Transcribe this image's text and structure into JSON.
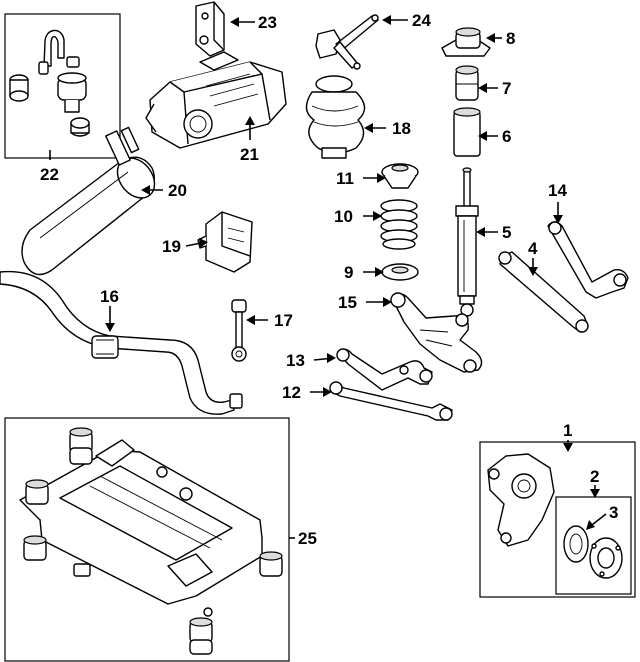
{
  "diagram": {
    "callouts": [
      {
        "id": "1",
        "label": "1"
      },
      {
        "id": "2",
        "label": "2"
      },
      {
        "id": "3",
        "label": "3"
      },
      {
        "id": "4",
        "label": "4"
      },
      {
        "id": "5",
        "label": "5"
      },
      {
        "id": "6",
        "label": "6"
      },
      {
        "id": "7",
        "label": "7"
      },
      {
        "id": "8",
        "label": "8"
      },
      {
        "id": "9",
        "label": "9"
      },
      {
        "id": "10",
        "label": "10"
      },
      {
        "id": "11",
        "label": "11"
      },
      {
        "id": "12",
        "label": "12"
      },
      {
        "id": "13",
        "label": "13"
      },
      {
        "id": "14",
        "label": "14"
      },
      {
        "id": "15",
        "label": "15"
      },
      {
        "id": "16",
        "label": "16"
      },
      {
        "id": "17",
        "label": "17"
      },
      {
        "id": "18",
        "label": "18"
      },
      {
        "id": "19",
        "label": "19"
      },
      {
        "id": "20",
        "label": "20"
      },
      {
        "id": "21",
        "label": "21"
      },
      {
        "id": "22",
        "label": "22"
      },
      {
        "id": "23",
        "label": "23"
      },
      {
        "id": "24",
        "label": "24"
      },
      {
        "id": "25",
        "label": "25"
      }
    ]
  },
  "colors": {
    "line": "#000000",
    "background": "#ffffff",
    "shade": "#dcdcdc"
  }
}
